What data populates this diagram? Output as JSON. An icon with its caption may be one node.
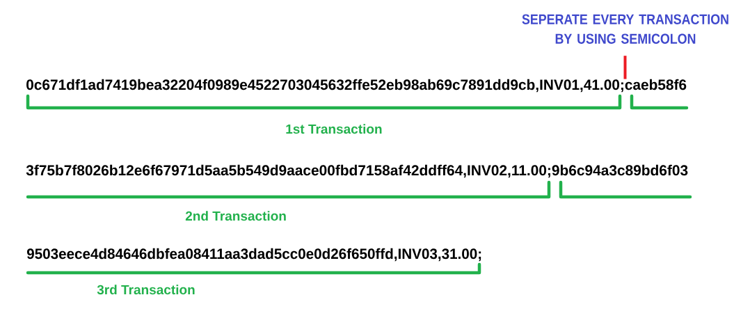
{
  "diagram": {
    "nodes": [
      {
        "text": [
          "SEPERATE EVERY TRANSACTION BY USING SEMICOLON"
        ]
      },
      {
        "text": [
          "0c671df1ad7419bea32204f0989e4522703045632ffe52eb98ab69c7891dd9cb,INV01,41.00;caeb58f6"
        ]
      }
    ],
    "edges": [
      {
        "from": 0,
        "to": 1,
        "arrow": "none"
      }
    ],
    "labels": [
      "1st Transaction",
      "3f75b7f8026b12e6f67971d5aa5b549d9aace00fbd7158af42ddff64,INV02,11.00;9b6c94a3c89bd6f03",
      "2nd Transaction",
      "9503eece4d84646dbfea08411aa3dad5cc0e0d26f650ffd,INV03,31.00;",
      "3rd Transaction"
    ]
  }
}
